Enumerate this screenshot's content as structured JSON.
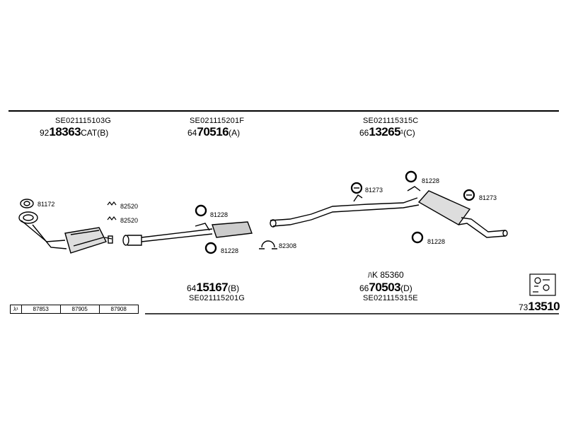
{
  "colors": {
    "line": "#000000",
    "background": "#ffffff"
  },
  "groups": [
    {
      "code": "SE021115103G",
      "pn_prefix": "92",
      "pn_main": "18363",
      "pn_suffix": "CAT(B)"
    },
    {
      "code": "SE021115201F",
      "pn_prefix": "64",
      "pn_main": "70516",
      "pn_suffix": "(A)"
    },
    {
      "code": "SE021115315C",
      "pn_prefix": "66",
      "pn_main": "13265",
      "pn_suffix": "¹(C)"
    }
  ],
  "bottom_groups": [
    {
      "code": "SE021115201G",
      "pn_prefix": "64",
      "pn_main": "15167",
      "pn_suffix": "(B)"
    },
    {
      "kit": "ﾊK  85360",
      "code": "SE021115315E",
      "pn_prefix": "66",
      "pn_main": "70503",
      "pn_suffix": "(D)"
    }
  ],
  "parts": {
    "p81172": "81172",
    "p82520a": "82520",
    "p82520b": "82520",
    "p81228a": "81228",
    "p81228b": "81228",
    "p82308": "82308",
    "p81273a": "81273",
    "p81228c": "81228",
    "p81273b": "81273",
    "p81228d": "81228"
  },
  "lambda": {
    "symbol": "λ¹",
    "values": [
      "87853",
      "87905",
      "87908"
    ]
  },
  "kit_number": {
    "prefix": "73",
    "main": "13510"
  },
  "icons": [
    "clamp-icon",
    "gasket-icon",
    "hanger-icon",
    "bracket-icon",
    "kit-icon"
  ]
}
